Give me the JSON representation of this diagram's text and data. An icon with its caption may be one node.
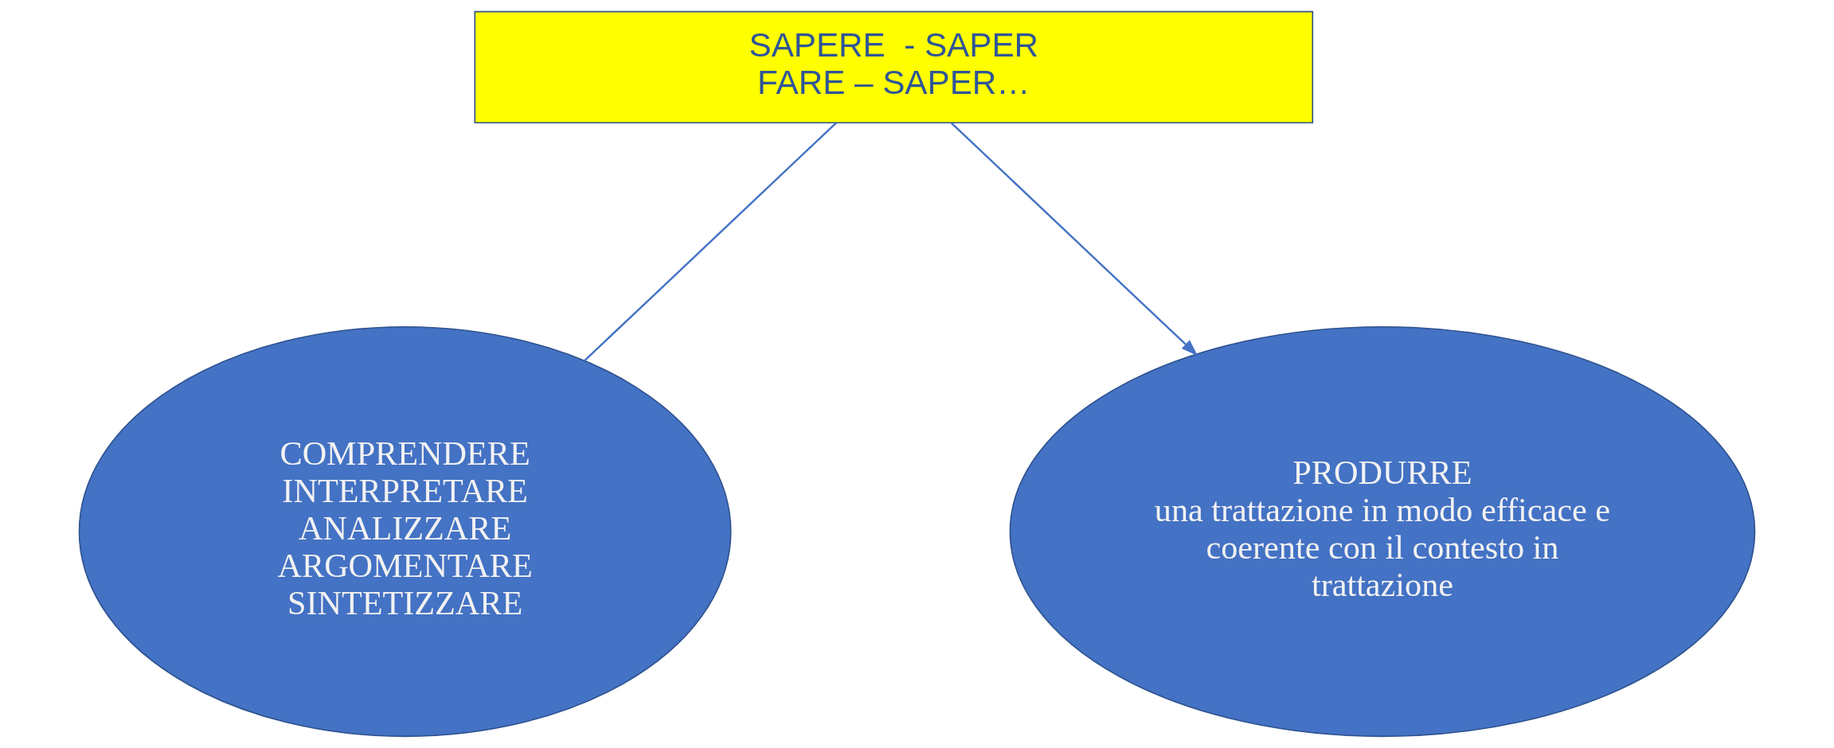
{
  "diagram": {
    "nodes": [
      {
        "text": [
          "SAPERE  - SAPER FARE – SAPER…"
        ]
      },
      {
        "text": [
          "COMPRENDERE",
          "INTERPRETARE",
          "ANALIZZARE",
          "ARGOMENTARE",
          "SINTETIZZARE"
        ]
      },
      {
        "text": [
          "PRODURRE",
          "una trattazione in modo efficace e coerente con il contesto in trattazione"
        ]
      }
    ],
    "edges": [
      {
        "from": 0,
        "to": 1,
        "arrow": "none"
      },
      {
        "from": 0,
        "to": 2,
        "arrow": "to"
      }
    ]
  }
}
